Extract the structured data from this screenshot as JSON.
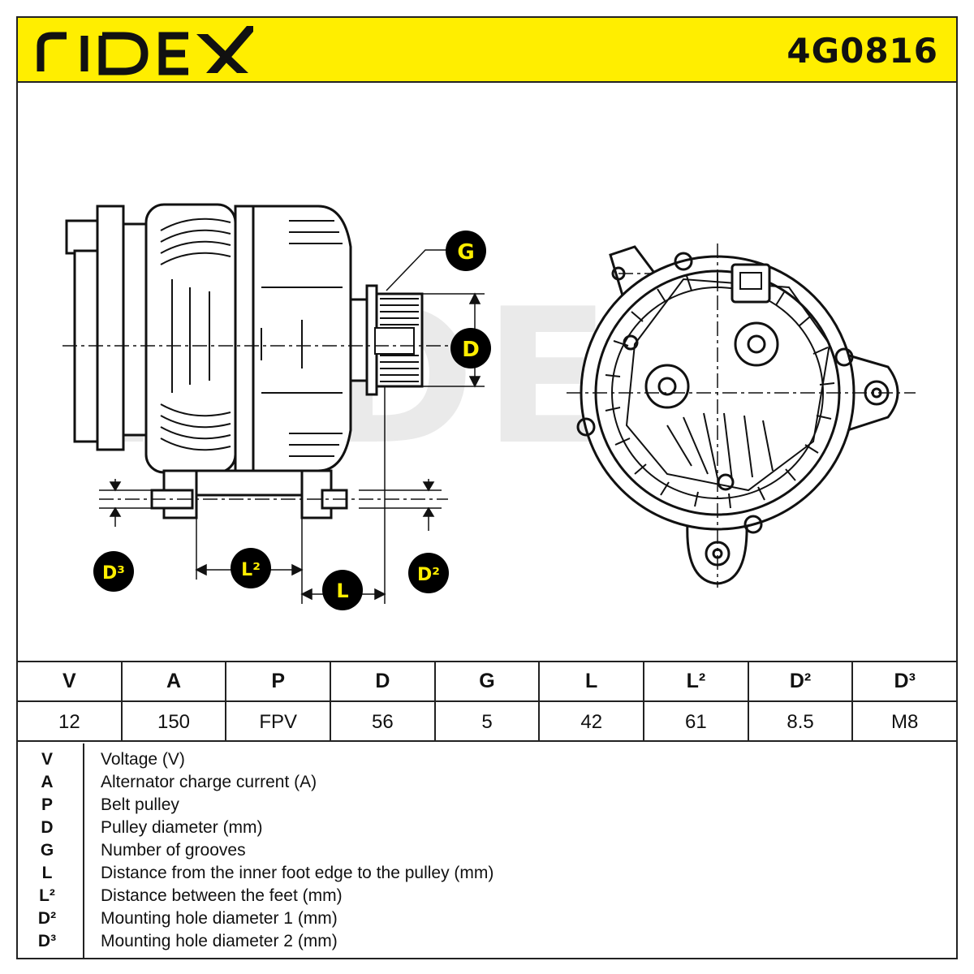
{
  "brand": {
    "logo_text": "RIDEX",
    "part_number": "4G0816",
    "accent_color": "#ffee00"
  },
  "diagram": {
    "watermark": "RIDEX",
    "callouts": {
      "G": "G",
      "D": "D",
      "D3": "D³",
      "L2": "L²",
      "L": "L",
      "D2": "D²"
    },
    "callout_fill": "#000000",
    "callout_text_color": "#ffee00"
  },
  "specs": {
    "headers": [
      "V",
      "A",
      "P",
      "D",
      "G",
      "L",
      "L²",
      "D²",
      "D³"
    ],
    "values": [
      "12",
      "150",
      "FPV",
      "56",
      "5",
      "42",
      "61",
      "8.5",
      "M8"
    ]
  },
  "legend": [
    {
      "symbol": "V",
      "text": "Voltage (V)"
    },
    {
      "symbol": "A",
      "text": "Alternator charge current (A)"
    },
    {
      "symbol": "P",
      "text": "Belt pulley"
    },
    {
      "symbol": "D",
      "text": "Pulley diameter (mm)"
    },
    {
      "symbol": "G",
      "text": "Number of grooves"
    },
    {
      "symbol": "L",
      "text": "Distance from the inner foot edge to the pulley (mm)"
    },
    {
      "symbol": "L²",
      "text": "Distance between the feet (mm)"
    },
    {
      "symbol": "D²",
      "text": "Mounting hole diameter 1 (mm)"
    },
    {
      "symbol": "D³",
      "text": "Mounting hole diameter 2 (mm)"
    }
  ]
}
